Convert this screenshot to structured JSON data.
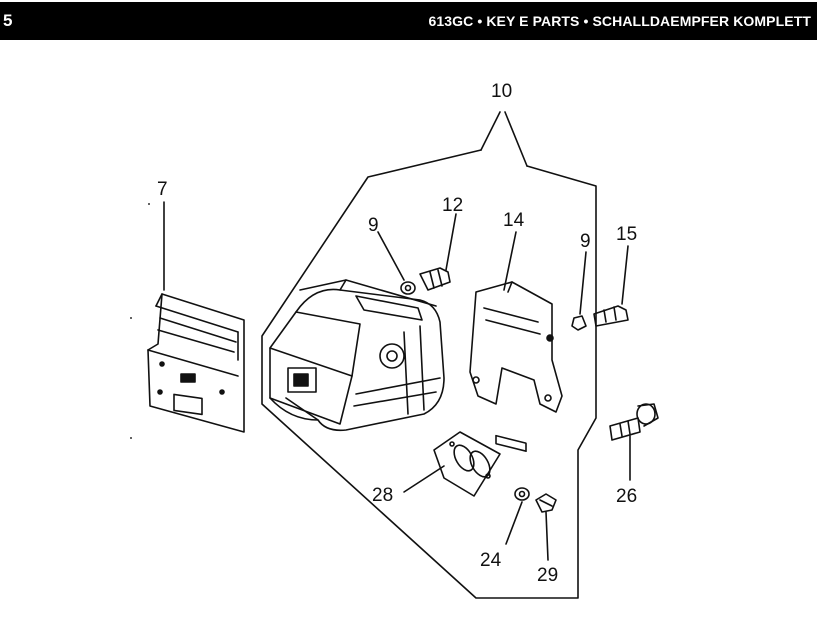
{
  "header": {
    "page_number": "5",
    "title": "613GC • KEY E PARTS • SCHALLDAEMPFER KOMPLETT"
  },
  "diagram": {
    "callouts": {
      "c7": "7",
      "c9a": "9",
      "c10": "10",
      "c12": "12",
      "c14": "14",
      "c9b": "9",
      "c15": "15",
      "c26": "26",
      "c28": "28",
      "c24": "24",
      "c29": "29"
    }
  }
}
